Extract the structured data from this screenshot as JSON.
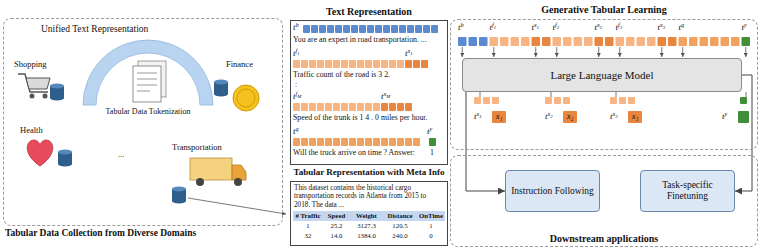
{
  "diagram": {
    "nodes": [
      {
        "text": [
          "Unified Text Representation",
          "Tabular Data Collection from Diverse Domains"
        ]
      },
      {
        "text": [
          "Text Representation"
        ]
      },
      {
        "text": [
          "Tabular Representation with Meta Info",
          "This dataset contains the historical cargo transportation records in Atlanta from 2015 to 2018. The data ..."
        ]
      },
      {
        "text": [
          "Generative Tabular Learning"
        ]
      },
      {
        "text": [
          "Large Language Model"
        ],
        "in": 3
      },
      {
        "text": [
          "Downstream applications"
        ]
      },
      {
        "text": [
          "Instruction Following"
        ],
        "in": 5
      },
      {
        "text": [
          "Task-specific Finetuning"
        ],
        "in": 5
      }
    ],
    "edges": [
      {
        "from": 4,
        "to": 6,
        "arrow": "to"
      },
      {
        "from": 4,
        "to": 7,
        "arrow": "to"
      }
    ],
    "labels": [
      "Shopping",
      "Finance",
      "Tabular Data Tokenization",
      "Health",
      "...",
      "Transportation",
      "t",
      "b",
      "You are an expert in road transportation. ...",
      "t",
      "f",
      "1",
      "t",
      "x",
      "1",
      "Traffic count of the road is 3 2.",
      ":",
      "t",
      "f",
      "M",
      "t",
      "x",
      "M",
      "Speed of the trunk is 1 4 . 0 miles per hour.",
      "t",
      "q",
      "t",
      "y",
      "Will the truck arrive on time ? Answer:",
      "1",
      "# Traffic",
      "Speed",
      "Weight",
      "Distance",
      "OnTime",
      "1",
      "25.2",
      "3127.3",
      "120.5",
      "1",
      "32",
      "14.0",
      "1384.0",
      "240.0",
      "0",
      "t",
      "b",
      "t",
      "f",
      "1",
      "t",
      "x",
      "1",
      "t",
      "f",
      "2",
      "t",
      "x",
      "2",
      "t",
      "f",
      "3",
      "t",
      "x",
      "3",
      "t",
      "q",
      "t",
      "y",
      "t",
      "x",
      "1",
      "x₁",
      "t",
      "x",
      "2",
      "x₂",
      "t",
      "x",
      "3",
      "x₃",
      "t",
      "y"
    ]
  }
}
